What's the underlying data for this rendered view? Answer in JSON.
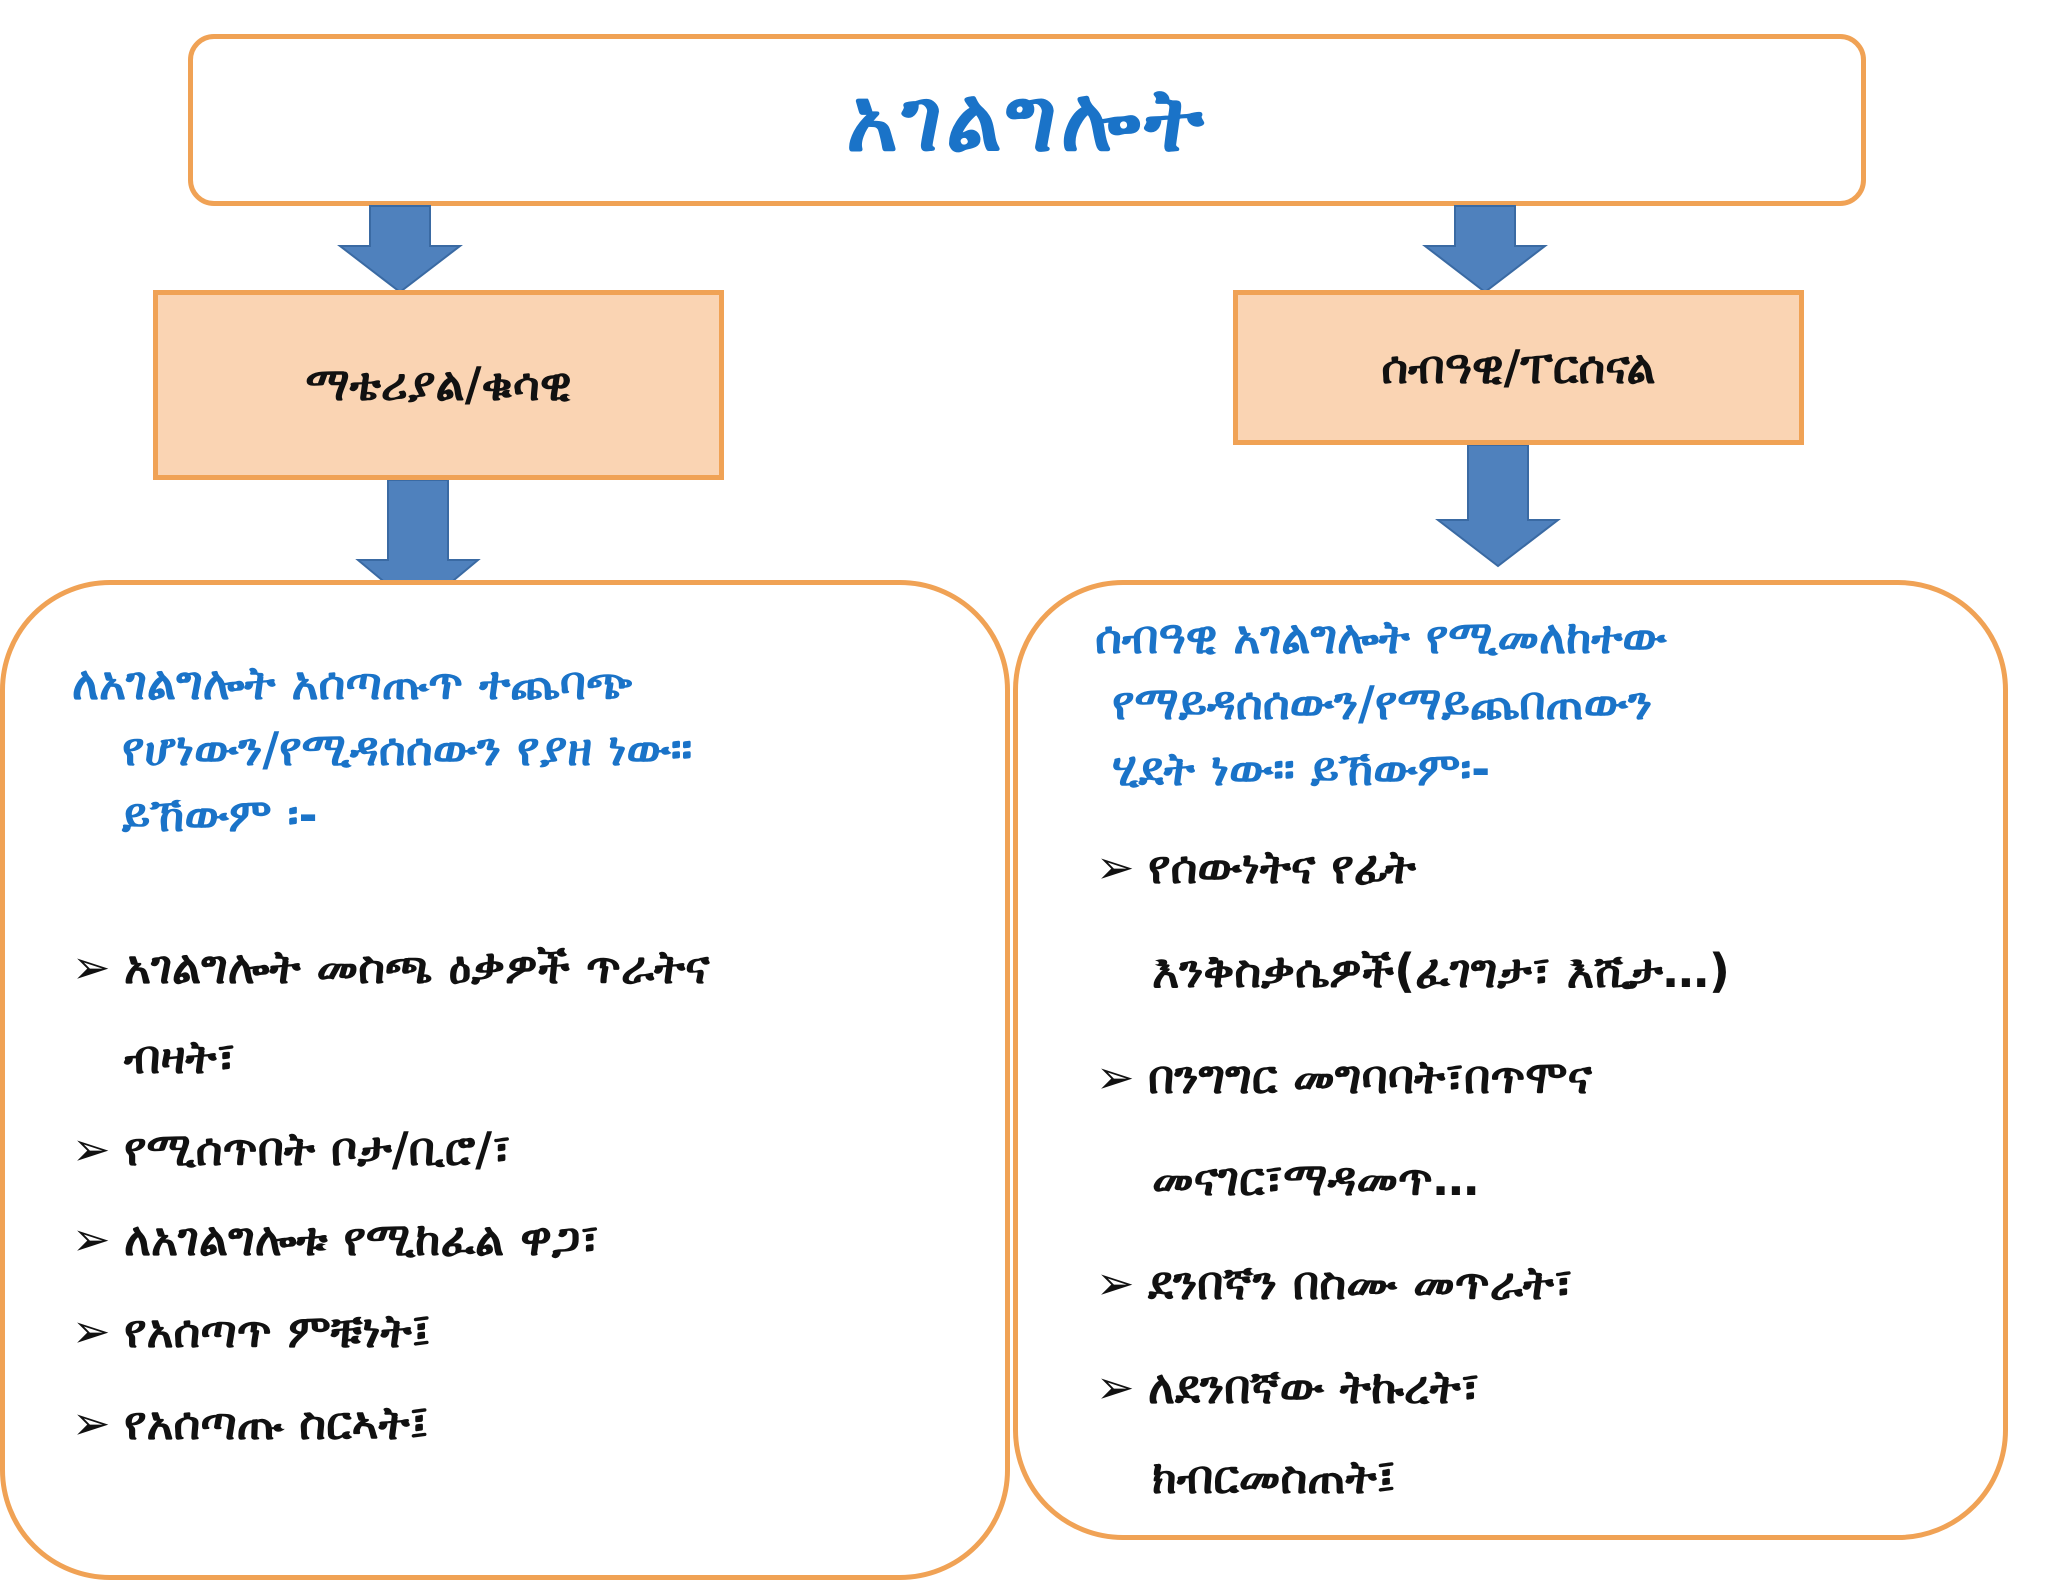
{
  "title": "አገልግሎት",
  "left": {
    "category": "ማቴሪያል/ቁሳዊ",
    "intro_lines": [
      "ለአገልግሎት አሰጣጡጥ ተጨባጭ",
      "የሆነውን/የሚዳሰሰውን የያዘ ነው።",
      "ይኸውም ፡-"
    ],
    "bullets": [
      {
        "text": "አገልግሎት መስጫ ዕቃዎች ጥራትና",
        "cont": "ብዛት፣"
      },
      {
        "text": "የሚሰጥበት ቦታ/ቢሮ/፣"
      },
      {
        "text": "ለአገልግሎቱ  የሚከፈል ዋጋ፣"
      },
      {
        "text": "የአሰጣጥ ምቹነት፤"
      },
      {
        "text": "የአሰጣጡ ስርኣት፤"
      }
    ]
  },
  "right": {
    "category": "ሰብዓዊ/ፐርሰናል",
    "intro_lines": [
      "ሰብዓዊ አገልግሎት የሚመለከተው",
      "የማይዳሰሰውን/የማይጨበጠውን",
      "ሂደት ነው። ይኸውም፡-"
    ],
    "bullets": [
      {
        "text": "የሰውነትና የፊት",
        "cont": "እንቅስቃሴዎች(ፈገግታ፣ እሺታ…)"
      },
      {
        "text": "በንግግር መግባባት፣በጥሞና",
        "cont": "መናገር፣ማዳመጥ…"
      },
      {
        "text": "ደንበኛን በስሙ መጥራት፣"
      },
      {
        "text": "ለደንበኛው  ትኩረት፣",
        "cont": "ክብርመስጠት፤"
      }
    ]
  },
  "colors": {
    "accent_blue": "#1a73c8",
    "arrow_blue": "#4f81bd",
    "border_orange": "#f0a255",
    "category_fill": "#fad4b3"
  },
  "icons": {
    "bullet": "arrowhead-bullet-icon",
    "connector": "down-arrow-icon"
  }
}
